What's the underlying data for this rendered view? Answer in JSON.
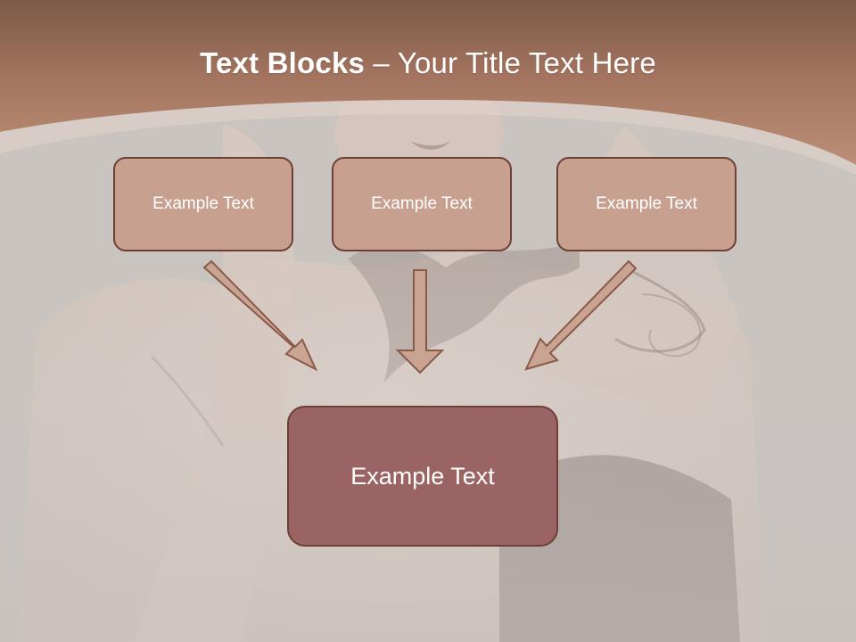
{
  "slide": {
    "title_bold": "Text Blocks",
    "title_rest": " – Your Title Text Here"
  },
  "blocks": {
    "left": "Example Text",
    "center": "Example Text",
    "right": "Example Text",
    "main": "Example Text"
  },
  "colors": {
    "header_band": "#b07e67",
    "background": "#cbc6c2",
    "small_block_fill": "#c8a090",
    "main_block_fill": "#9b6464",
    "block_border": "#6e3f35",
    "arrow_fill": "#c9a492",
    "arrow_stroke": "#8a5a48",
    "title_text": "#ffffff"
  },
  "icons": {
    "arrows": [
      "arrow-down-right-icon",
      "arrow-down-icon",
      "arrow-down-left-icon"
    ]
  }
}
